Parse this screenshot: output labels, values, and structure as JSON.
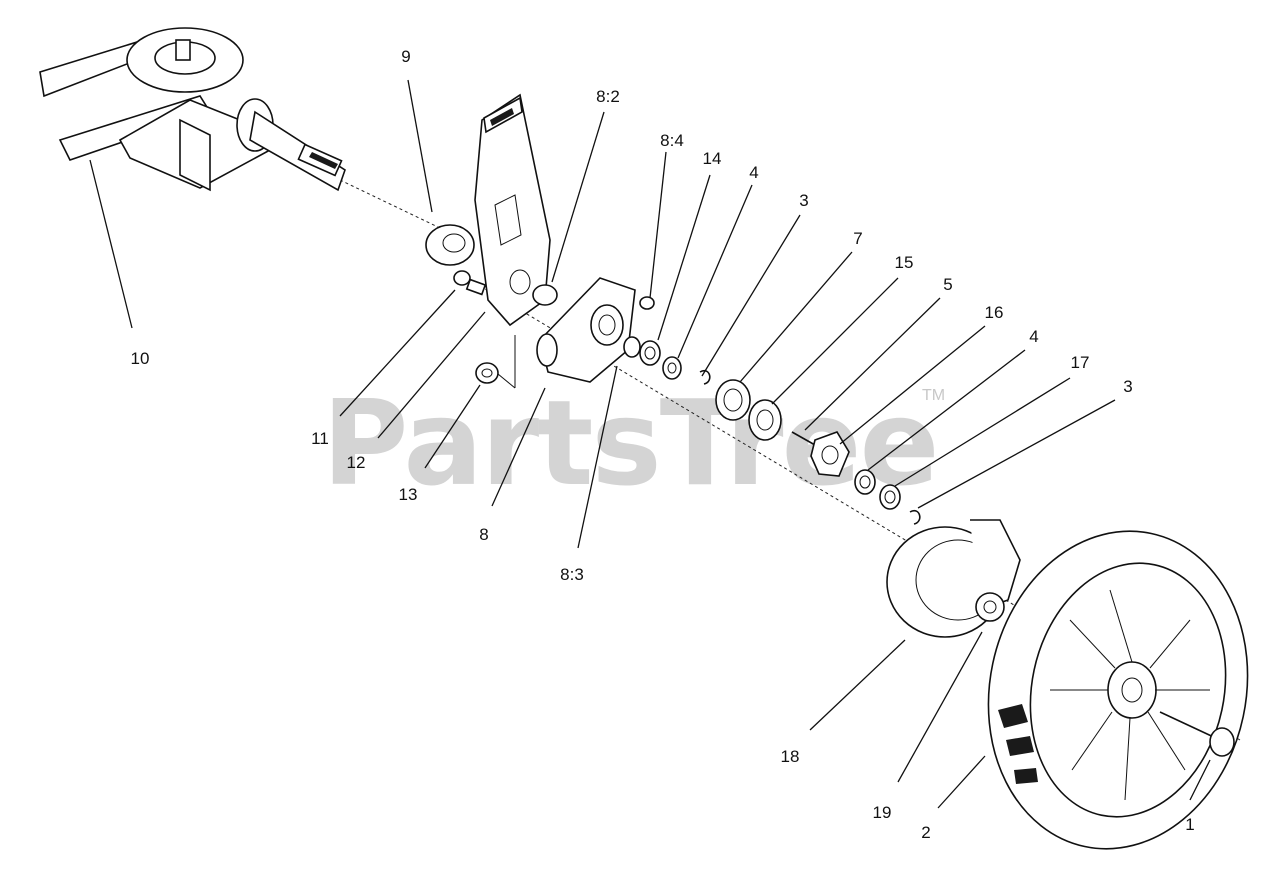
{
  "watermark": {
    "text": "PartsTree",
    "trademark": "TM"
  },
  "callouts": {
    "c10": "10",
    "c9": "9",
    "c8_2": "8:2",
    "c8_4": "8:4",
    "c14": "14",
    "c4a": "4",
    "c3a": "3",
    "c7": "7",
    "c15": "15",
    "c5": "5",
    "c16": "16",
    "c4b": "4",
    "c17": "17",
    "c3b": "3",
    "c11": "11",
    "c12": "12",
    "c13": "13",
    "c8": "8",
    "c8_3": "8:3",
    "c18": "18",
    "c19": "19",
    "c2": "2",
    "c1": "1"
  }
}
